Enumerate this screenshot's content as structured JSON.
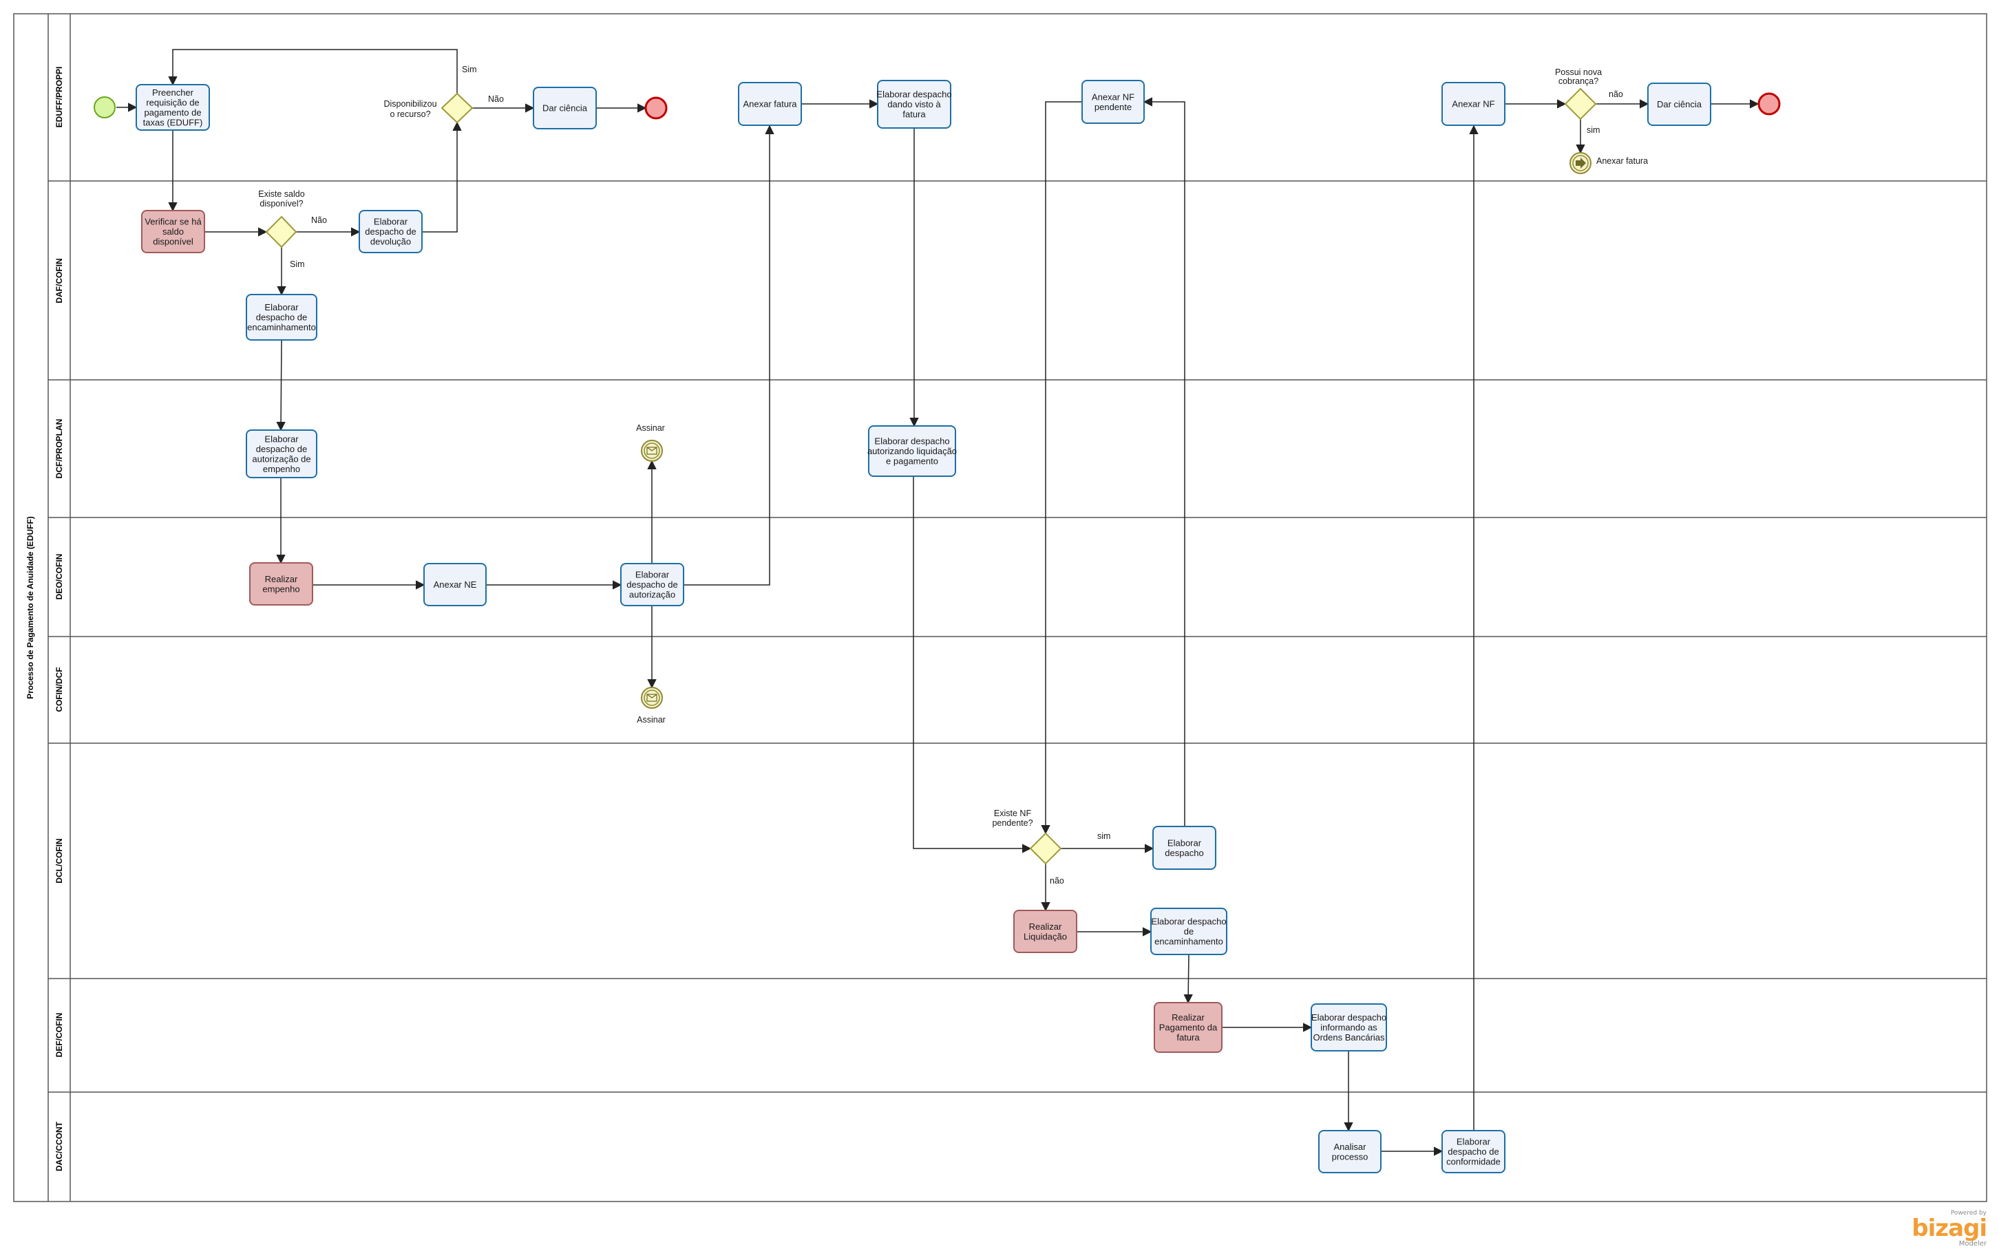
{
  "pool": {
    "title": "Processo de Pagamento de Anuidade (EDUFF)"
  },
  "lanes": [
    "EDUFF/PROPPI",
    "DAF/COFIN",
    "DCF/PROPLAN",
    "DEO/COFIN",
    "COFIN/DCF",
    "DCL/COFIN",
    "DEF/COFIN",
    "DAC/CCONT"
  ],
  "tasks": [
    {
      "id": "t1",
      "lines": [
        "Preencher",
        "requisição de",
        "pagamento de",
        "taxas (EDUFF)"
      ],
      "style": "blue"
    },
    {
      "id": "t2",
      "lines": [
        "Dar ciência"
      ],
      "style": "blue"
    },
    {
      "id": "t3",
      "lines": [
        "Anexar fatura"
      ],
      "style": "blue"
    },
    {
      "id": "t4",
      "lines": [
        "Elaborar despacho",
        "dando visto à",
        "fatura"
      ],
      "style": "blue"
    },
    {
      "id": "t5",
      "lines": [
        "Anexar NF",
        "pendente"
      ],
      "style": "blue"
    },
    {
      "id": "t6",
      "lines": [
        "Anexar NF"
      ],
      "style": "blue"
    },
    {
      "id": "t7",
      "lines": [
        "Dar ciência"
      ],
      "style": "blue"
    },
    {
      "id": "t8",
      "lines": [
        "Verificar se há",
        "saldo",
        "disponível"
      ],
      "style": "red"
    },
    {
      "id": "t9",
      "lines": [
        "Elaborar",
        "despacho de",
        "devolução"
      ],
      "style": "blue"
    },
    {
      "id": "t10",
      "lines": [
        "Elaborar",
        "despacho de",
        "encaminhamento"
      ],
      "style": "blue"
    },
    {
      "id": "t11",
      "lines": [
        "Elaborar",
        "despacho de",
        "autorização de",
        "empenho"
      ],
      "style": "blue"
    },
    {
      "id": "t12",
      "lines": [
        "Elaborar despacho",
        "autorizando liquidação",
        "e pagamento"
      ],
      "style": "blue"
    },
    {
      "id": "t13",
      "lines": [
        "Realizar",
        "empenho"
      ],
      "style": "red"
    },
    {
      "id": "t14",
      "lines": [
        "Anexar NE"
      ],
      "style": "blue"
    },
    {
      "id": "t15",
      "lines": [
        "Elaborar",
        "despacho de",
        "autorização"
      ],
      "style": "blue"
    },
    {
      "id": "t16",
      "lines": [
        "Elaborar",
        "despacho"
      ],
      "style": "blue"
    },
    {
      "id": "t17",
      "lines": [
        "Realizar",
        "Liquidação"
      ],
      "style": "red"
    },
    {
      "id": "t18",
      "lines": [
        "Elaborar despacho",
        "de",
        "encaminhamento"
      ],
      "style": "blue"
    },
    {
      "id": "t19",
      "lines": [
        "Realizar",
        "Pagamento da",
        "fatura"
      ],
      "style": "red"
    },
    {
      "id": "t20",
      "lines": [
        "Elaborar despacho",
        "informando as",
        "Ordens Bancárias"
      ],
      "style": "blue"
    },
    {
      "id": "t21",
      "lines": [
        "Analisar",
        "processo"
      ],
      "style": "blue"
    },
    {
      "id": "t22",
      "lines": [
        "Elaborar",
        "despacho de",
        "conformidade"
      ],
      "style": "blue"
    }
  ],
  "gateways": [
    {
      "id": "g1",
      "lines": [
        "Disponibilizou",
        "o recurso?"
      ]
    },
    {
      "id": "g2",
      "lines": [
        "Existe saldo",
        "disponível?"
      ]
    },
    {
      "id": "g3",
      "lines": [
        "Possui nova",
        "cobrança?"
      ]
    },
    {
      "id": "g4",
      "lines": [
        "Existe NF",
        "pendente?"
      ]
    }
  ],
  "events": [
    {
      "id": "e1",
      "type": "start",
      "label": ""
    },
    {
      "id": "e2",
      "type": "end",
      "label": ""
    },
    {
      "id": "e3",
      "type": "end",
      "label": ""
    },
    {
      "id": "e4",
      "type": "intermediate-message",
      "label": "Assinar"
    },
    {
      "id": "e5",
      "type": "intermediate-message",
      "label": "Assinar"
    },
    {
      "id": "e6",
      "type": "intermediate-link",
      "label": "Anexar fatura"
    }
  ],
  "flow_labels": [
    {
      "id": "f_g1_yes",
      "text": "Sim"
    },
    {
      "id": "f_g1_no",
      "text": "Não"
    },
    {
      "id": "f_g2_no",
      "text": "Não"
    },
    {
      "id": "f_g2_yes",
      "text": "Sim"
    },
    {
      "id": "f_g3_no",
      "text": "não"
    },
    {
      "id": "f_g3_yes",
      "text": "sim"
    },
    {
      "id": "f_g4_yes",
      "text": "sim"
    },
    {
      "id": "f_g4_no",
      "text": "não"
    }
  ],
  "watermark": {
    "powered": "Powered by",
    "brand": "bizagi",
    "product": "Modeler"
  },
  "colors": {
    "task_blue_fill": "#eef2fb",
    "task_blue_stroke": "#1d6fa5",
    "task_red_fill": "#e6b7b7",
    "task_red_stroke": "#a05a5a",
    "gateway_fill": "#fdfbc4",
    "gateway_stroke": "#9c9a3a",
    "start_fill": "#d8f5a2",
    "start_stroke": "#6aa61c",
    "end_fill": "#f4a1a1",
    "end_stroke": "#c00000",
    "inter_fill": "#f5f2c9",
    "inter_stroke": "#8f8a35",
    "lane_border": "#555555",
    "flow": "#222222",
    "brand": "#f29d36"
  }
}
